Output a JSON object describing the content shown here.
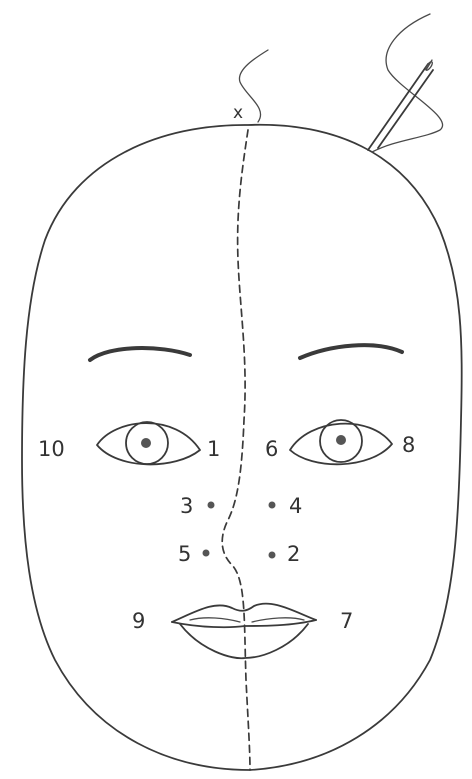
{
  "start_mark": "x",
  "labels": {
    "p1": "1",
    "p2": "2",
    "p3": "3",
    "p4": "4",
    "p5": "5",
    "p6": "6",
    "p7": "7",
    "p8": "8",
    "p9": "9",
    "p10": "10"
  }
}
